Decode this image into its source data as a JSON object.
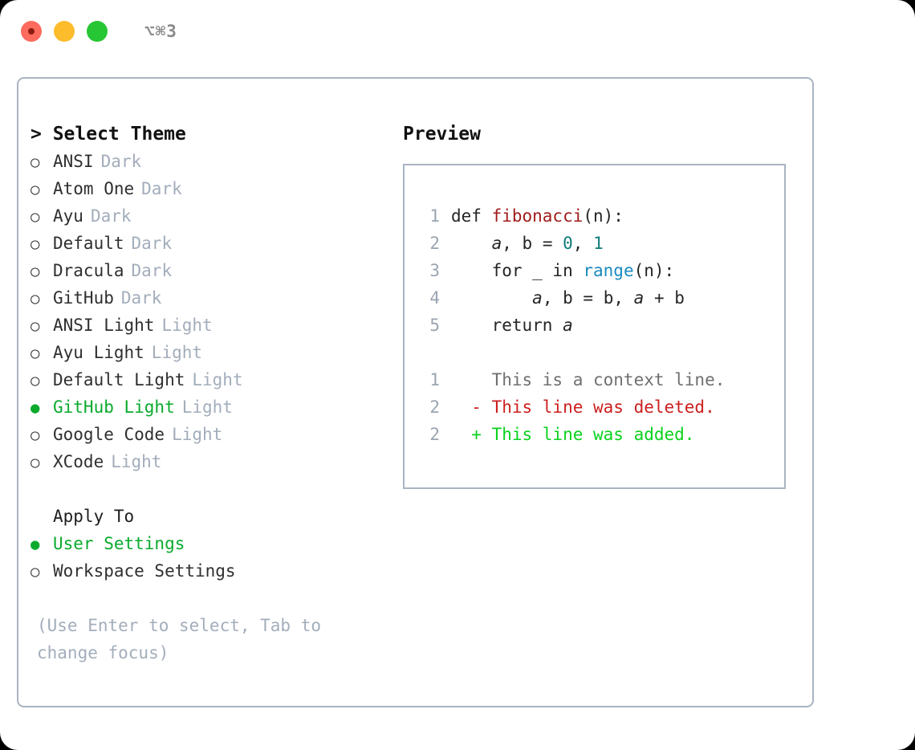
{
  "titlebar": {
    "shortcut": "⌥⌘3",
    "dots": [
      {
        "name": "close",
        "color": "#fc6b5e"
      },
      {
        "name": "minimize",
        "color": "#fcbc2c"
      },
      {
        "name": "maximize",
        "color": "#26c634"
      }
    ]
  },
  "theme_panel": {
    "heading": "> Select Theme",
    "marker_unselected": "○",
    "marker_selected": "●",
    "items": [
      {
        "label": "ANSI",
        "suffix": "Dark",
        "selected": false
      },
      {
        "label": "Atom One",
        "suffix": "Dark",
        "selected": false
      },
      {
        "label": "Ayu",
        "suffix": "Dark",
        "selected": false
      },
      {
        "label": "Default",
        "suffix": "Dark",
        "selected": false
      },
      {
        "label": "Dracula",
        "suffix": "Dark",
        "selected": false
      },
      {
        "label": "GitHub",
        "suffix": "Dark",
        "selected": false
      },
      {
        "label": "ANSI Light",
        "suffix": "Light",
        "selected": false
      },
      {
        "label": "Ayu Light",
        "suffix": "Light",
        "selected": false
      },
      {
        "label": "Default Light",
        "suffix": "Light",
        "selected": false
      },
      {
        "label": "GitHub Light",
        "suffix": "Light",
        "selected": true
      },
      {
        "label": "Google Code",
        "suffix": "Light",
        "selected": false
      },
      {
        "label": "XCode",
        "suffix": "Light",
        "selected": false
      }
    ]
  },
  "apply_to": {
    "heading": "Apply To",
    "items": [
      {
        "label": "User Settings",
        "selected": true
      },
      {
        "label": "Workspace Settings",
        "selected": false
      }
    ]
  },
  "hint": "(Use Enter to select, Tab to change focus)",
  "preview": {
    "heading": "Preview",
    "code_lines": [
      {
        "no": "1",
        "tokens": [
          {
            "t": "def ",
            "c": "tok-kw"
          },
          {
            "t": "fibonacci",
            "c": "tok-fn"
          },
          {
            "t": "(n):",
            "c": "tok-plain"
          }
        ]
      },
      {
        "no": "2",
        "tokens": [
          {
            "t": "    ",
            "c": "tok-plain"
          },
          {
            "t": "a",
            "c": "tok-var"
          },
          {
            "t": ", ",
            "c": "tok-plain"
          },
          {
            "t": "b",
            "c": "tok-plain"
          },
          {
            "t": " = ",
            "c": "tok-plain"
          },
          {
            "t": "0",
            "c": "tok-num"
          },
          {
            "t": ", ",
            "c": "tok-plain"
          },
          {
            "t": "1",
            "c": "tok-num"
          }
        ]
      },
      {
        "no": "3",
        "tokens": [
          {
            "t": "    for _ in ",
            "c": "tok-plain"
          },
          {
            "t": "range",
            "c": "tok-blue"
          },
          {
            "t": "(n):",
            "c": "tok-plain"
          }
        ]
      },
      {
        "no": "4",
        "tokens": [
          {
            "t": "        ",
            "c": "tok-plain"
          },
          {
            "t": "a",
            "c": "tok-var"
          },
          {
            "t": ", ",
            "c": "tok-plain"
          },
          {
            "t": "b",
            "c": "tok-plain"
          },
          {
            "t": " = ",
            "c": "tok-plain"
          },
          {
            "t": "b",
            "c": "tok-plain"
          },
          {
            "t": ", ",
            "c": "tok-plain"
          },
          {
            "t": "a",
            "c": "tok-var"
          },
          {
            "t": " + ",
            "c": "tok-plain"
          },
          {
            "t": "b",
            "c": "tok-plain"
          }
        ]
      },
      {
        "no": "5",
        "tokens": [
          {
            "t": "    return ",
            "c": "tok-plain"
          },
          {
            "t": "a",
            "c": "tok-var"
          }
        ]
      }
    ],
    "diff_lines": [
      {
        "no": "1",
        "sign": " ",
        "text": "This is a context line.",
        "kind": "diff-ctx"
      },
      {
        "no": "2",
        "sign": "-",
        "text": "This line was deleted.",
        "kind": "diff-del"
      },
      {
        "no": "2",
        "sign": "+",
        "text": "This line was added.",
        "kind": "diff-add"
      }
    ]
  },
  "colors": {
    "accent_green": "#0aaa2d",
    "diff_added": "#0ad21e",
    "diff_deleted": "#cc1f1f",
    "muted": "#a3adbb",
    "border": "#a9b4c2"
  }
}
